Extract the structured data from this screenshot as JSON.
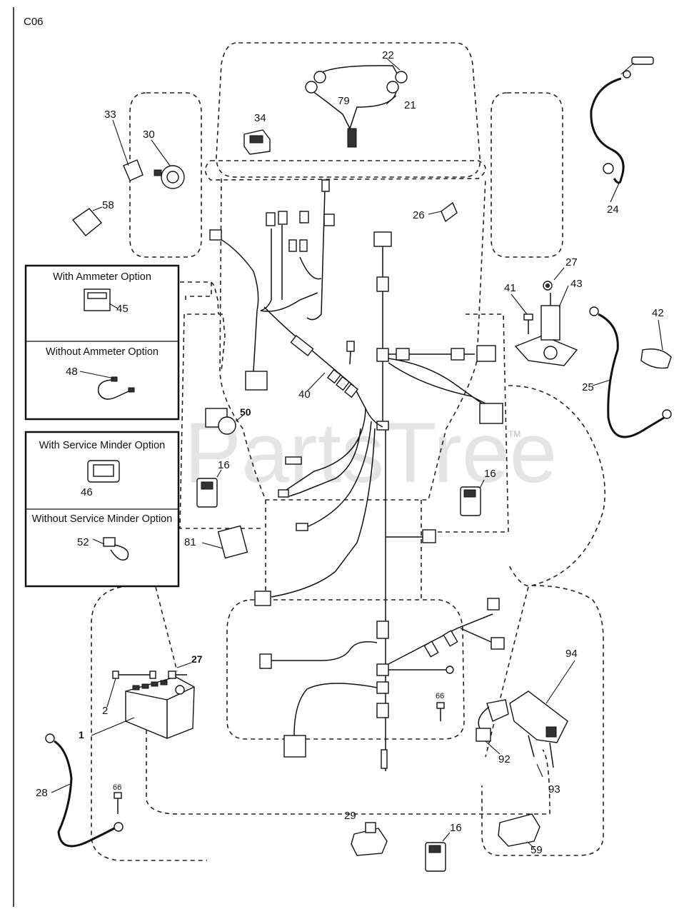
{
  "page_code": "C06",
  "watermark": "PartsTree",
  "watermark_tm": "TM",
  "option_boxes": [
    {
      "with_label": "With Ammeter Option",
      "with_part": "45",
      "without_label": "Without Ammeter Option",
      "without_part": "48"
    },
    {
      "with_label": "With Service Minder Option",
      "with_part": "46",
      "without_label": "Without Service Minder Option",
      "without_part": "52"
    }
  ],
  "callouts": {
    "p22": "22",
    "p79": "79",
    "p21": "21",
    "p34": "34",
    "p33": "33",
    "p30": "30",
    "p58": "58",
    "p24": "24",
    "p26": "26",
    "p27a": "27",
    "p41": "41",
    "p43": "43",
    "p42": "42",
    "p25": "25",
    "p40": "40",
    "p50": "50",
    "p16a": "16",
    "p16b": "16",
    "p81": "81",
    "p27b": "27",
    "p2": "2",
    "p1": "1",
    "p28": "28",
    "p66a": "66",
    "p66b": "66",
    "p94": "94",
    "p92": "92",
    "p93": "93",
    "p29": "29",
    "p16c": "16",
    "p59": "59"
  }
}
